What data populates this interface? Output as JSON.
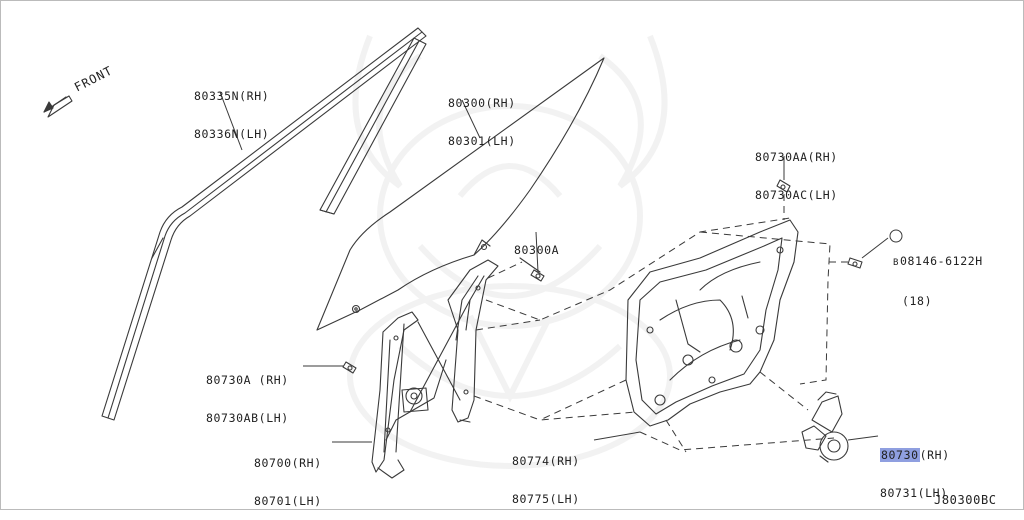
{
  "direction_label": "FRONT",
  "diagram_code": "J80300BC",
  "callouts": {
    "sash": {
      "rh": "80335N(RH)",
      "lh": "80336N(LH)"
    },
    "glass": {
      "rh": "80300(RH)",
      "lh": "80301(LH)"
    },
    "glass_bolt": {
      "code": "80300A"
    },
    "motor_bolt_top": {
      "rh": "80730AA(RH)",
      "lh": "80730AC(LH)"
    },
    "side_bolt": {
      "prefix": "B",
      "code": "08146-6122H",
      "qty": "(18)"
    },
    "regulator_bolt": {
      "rh": "80730A (RH)",
      "lh": "80730AB(LH)"
    },
    "regulator": {
      "rh": "80700(RH)",
      "lh": "80701(LH)"
    },
    "module_panel": {
      "rh": "80774(RH)",
      "lh": "80775(LH)"
    },
    "motor": {
      "rh_code": "80730",
      "rh_suffix": "(RH)",
      "lh": "80731(LH)"
    }
  },
  "colors": {
    "line": "#3a3a3a",
    "highlight": "#8f9fe0",
    "watermark": "#9a9a9a"
  }
}
